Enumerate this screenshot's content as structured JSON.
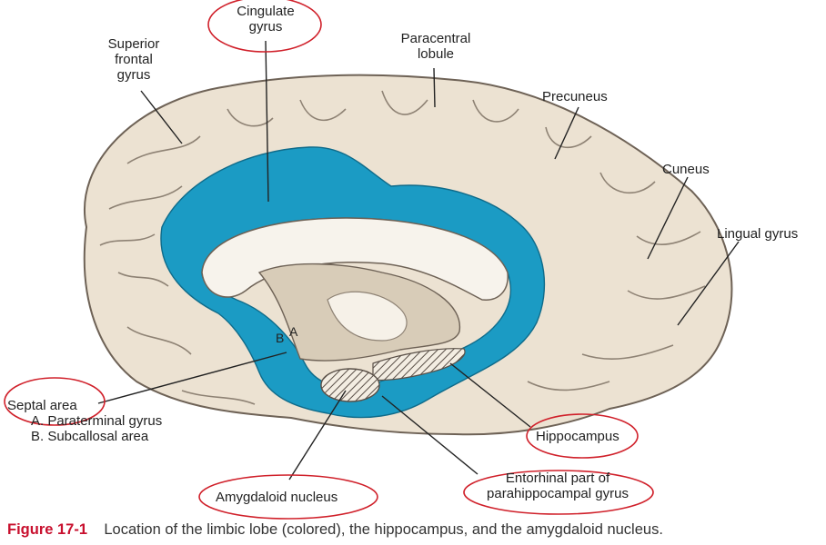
{
  "labels": {
    "cingulate": [
      "Cingulate",
      "gyrus"
    ],
    "superior_frontal": [
      "Superior",
      "frontal",
      "gyrus"
    ],
    "paracentral": [
      "Paracentral",
      "lobule"
    ],
    "precuneus": "Precuneus",
    "cuneus": "Cuneus",
    "lingual": "Lingual gyrus",
    "septal": [
      "Septal area",
      "A. Paraterminal gyrus",
      "B. Subcallosal area"
    ],
    "hippocampus": "Hippocampus",
    "amygdaloid": "Amygdaloid nucleus",
    "entorhinal": [
      "Entorhinal part of",
      "parahippocampal gyrus"
    ],
    "letter_a": "A",
    "letter_b": "B"
  },
  "caption": {
    "figure_number": "Figure 17-1",
    "text": "Location of the limbic lobe (colored), the hippocampus, and the amygdaloid nucleus."
  },
  "colors": {
    "brain": "#ece2d2",
    "brain_outline": "#6e6256",
    "limbic": "#1b9bc4",
    "highlight_ring": "#d0202a",
    "caption_figure": "#c8102e"
  }
}
